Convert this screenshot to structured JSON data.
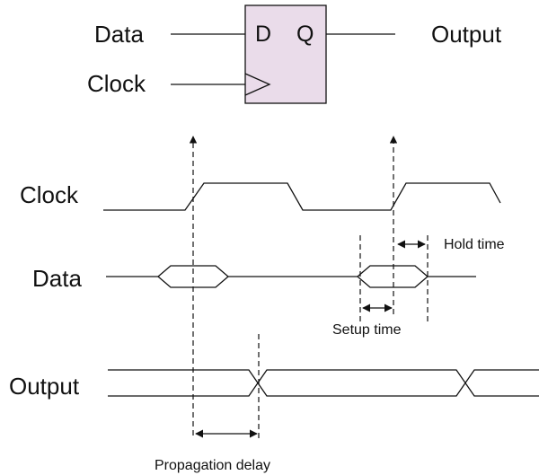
{
  "flipflop": {
    "data_label": "Data",
    "clock_label": "Clock",
    "output_label": "Output",
    "d_pin": "D",
    "q_pin": "Q",
    "fill_color": "#eadcea"
  },
  "timing": {
    "clock_label": "Clock",
    "data_label": "Data",
    "output_label": "Output",
    "hold_time": "Hold time",
    "setup_time": "Setup time",
    "propagation_delay": "Propagation delay"
  }
}
